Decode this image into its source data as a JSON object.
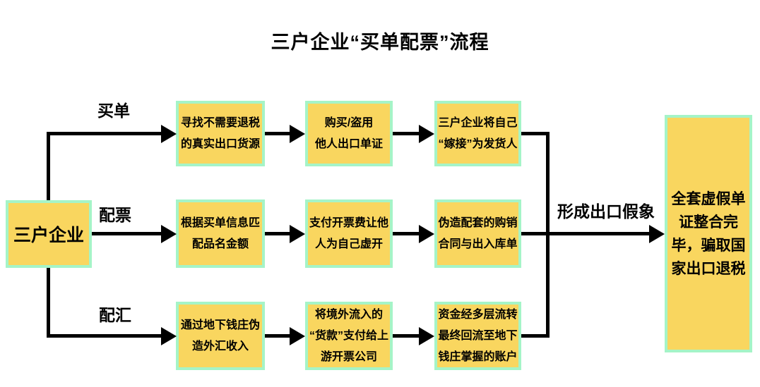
{
  "title": "三户企业“买单配票”流程",
  "source": {
    "label": "三户企业"
  },
  "branches": [
    {
      "label": "买单",
      "steps": [
        "寻找不需要退税\n的真实出口货源",
        "购买/盗用\n他人出口单证",
        "三户企业将自己\n“嫁接”为发货人"
      ]
    },
    {
      "label": "配票",
      "steps": [
        "根据买单信息匹\n配品名金额",
        "支付开票费让他\n人为自己虚开",
        "伪造配套的购销\n合同与出入库单"
      ]
    },
    {
      "label": "配汇",
      "steps": [
        "通过地下钱庄伪\n造外汇收入",
        "将境外流入的\n“货款”支付给上\n游开票公司",
        "资金经多层流转\n最终回流至地下\n钱庄掌握的账户"
      ]
    }
  ],
  "merge_label": "形成出口假象",
  "result": "全套虚假单\n证整合完\n毕，骗取国\n家出口退税",
  "colors": {
    "box_fill": "#F9D65F",
    "box_border": "#A5F4C7",
    "line": "#000000",
    "background": "#FFFFFF",
    "text": "#000000"
  }
}
